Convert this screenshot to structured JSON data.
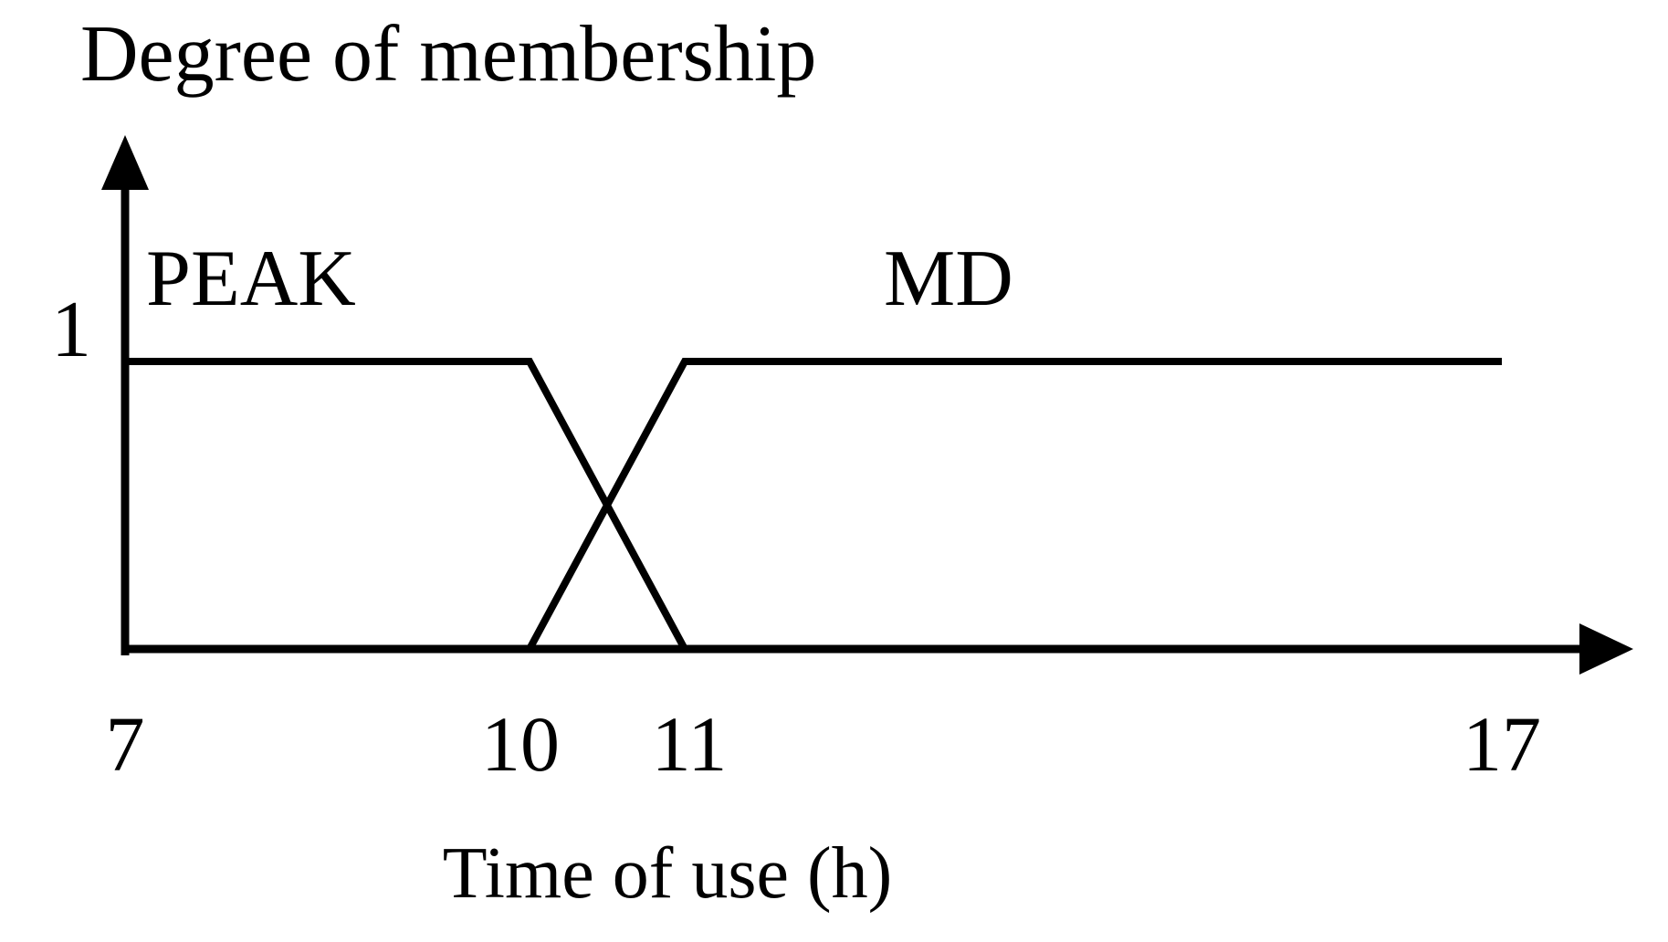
{
  "chart_data": {
    "type": "line",
    "title": "",
    "ylabel": "Degree of membership",
    "xlabel": "Time of use (h)",
    "x_ticks": [
      7,
      10,
      11,
      17
    ],
    "x_tick_labels": [
      "7",
      "10",
      "11",
      "17"
    ],
    "y_ticks": [
      1
    ],
    "y_tick_labels": [
      "1"
    ],
    "xlim": [
      7,
      18
    ],
    "ylim": [
      0,
      1.5
    ],
    "grid": false,
    "legend_position": "none",
    "colors": {
      "line": "#000000",
      "text": "#000000",
      "background": "#ffffff"
    },
    "series": [
      {
        "name": "PEAK",
        "shape": "right-shoulder-trapezoid",
        "points": [
          [
            7,
            1
          ],
          [
            10,
            1
          ],
          [
            11,
            0
          ]
        ]
      },
      {
        "name": "MD",
        "shape": "left-shoulder-trapezoid",
        "points": [
          [
            10,
            0
          ],
          [
            11,
            1
          ],
          [
            17,
            1
          ]
        ]
      }
    ],
    "annotations": [
      {
        "text": "PEAK",
        "anchor_series": "PEAK",
        "position": "above flat segment, left"
      },
      {
        "text": "MD",
        "anchor_series": "MD",
        "position": "above flat segment, center"
      }
    ]
  }
}
